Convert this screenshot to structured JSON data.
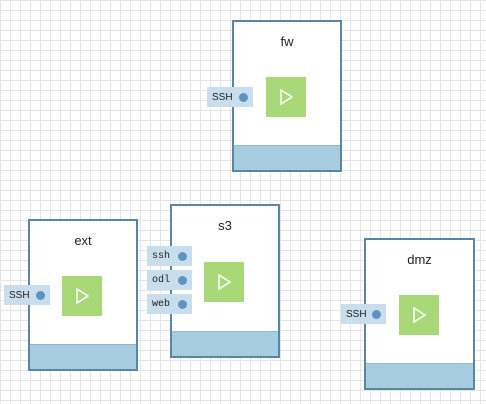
{
  "nodes": {
    "fw": {
      "title": "fw",
      "ports": [
        "SSH"
      ]
    },
    "ext": {
      "title": "ext",
      "ports": [
        "SSH"
      ]
    },
    "s3": {
      "title": "s3",
      "ports": [
        "ssh",
        "odl",
        "web"
      ]
    },
    "dmz": {
      "title": "dmz",
      "ports": [
        "SSH"
      ]
    }
  },
  "icons": {
    "play": "play-icon",
    "port_connector": "port-connector-icon"
  },
  "colors": {
    "node_border": "#5a86a6",
    "node_footer": "#a7cde0",
    "play_button": "#a9d878",
    "port_bg": "#c8deec",
    "port_dot": "#5e93c0",
    "grid_line": "#e4e4e4"
  }
}
